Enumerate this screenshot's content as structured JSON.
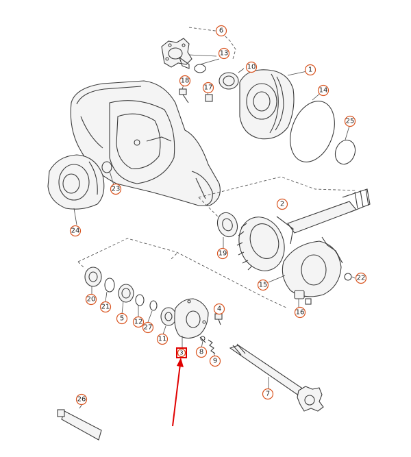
{
  "diagram": {
    "callouts": [
      {
        "id": "1",
        "label": "1"
      },
      {
        "id": "2",
        "label": "2"
      },
      {
        "id": "3",
        "label": "3"
      },
      {
        "id": "4",
        "label": "4"
      },
      {
        "id": "5",
        "label": "5"
      },
      {
        "id": "6",
        "label": "6"
      },
      {
        "id": "7",
        "label": "7"
      },
      {
        "id": "8",
        "label": "8"
      },
      {
        "id": "9",
        "label": "9"
      },
      {
        "id": "10",
        "label": "10"
      },
      {
        "id": "11",
        "label": "11"
      },
      {
        "id": "12",
        "label": "12"
      },
      {
        "id": "13",
        "label": "13"
      },
      {
        "id": "14",
        "label": "14"
      },
      {
        "id": "15",
        "label": "15"
      },
      {
        "id": "16",
        "label": "16"
      },
      {
        "id": "17",
        "label": "17"
      },
      {
        "id": "18",
        "label": "18"
      },
      {
        "id": "19",
        "label": "19"
      },
      {
        "id": "20",
        "label": "20"
      },
      {
        "id": "21",
        "label": "21"
      },
      {
        "id": "22",
        "label": "22"
      },
      {
        "id": "23",
        "label": "23"
      },
      {
        "id": "24",
        "label": "24"
      },
      {
        "id": "25",
        "label": "25"
      },
      {
        "id": "26",
        "label": "26"
      },
      {
        "id": "27",
        "label": "27"
      }
    ],
    "highlighted": "3",
    "colors": {
      "callout_ring": "#d9531e",
      "highlight": "#e00000",
      "line": "#3a3a3a"
    }
  }
}
